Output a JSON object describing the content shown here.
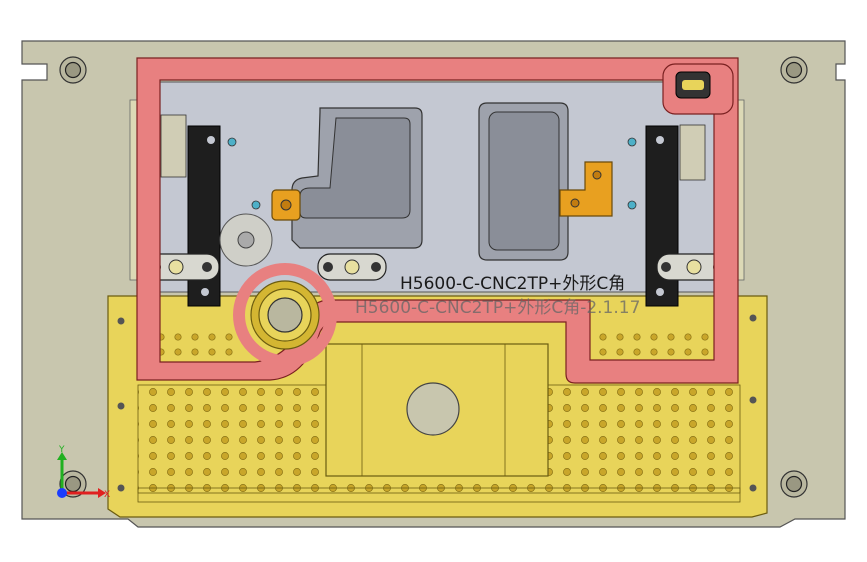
{
  "viewport": {
    "background": "#ffffff"
  },
  "part_label": "H5600-C-CNC2TP+外形C角",
  "part_label_ghost": "H5600-C-CNC2TP+外形C角-2.1.17",
  "axis": {
    "x_label": "X",
    "y_label": "Y",
    "x_color": "#e02020",
    "y_color": "#20b020",
    "z_color": "#1a3cff"
  },
  "colors": {
    "base_plate": "#c8c6ae",
    "red_frame": "#e88080",
    "yellow_plate": "#e8d45a",
    "hole": "#d4b632",
    "gray_part": "#c4c8d2",
    "dark_block": "#1e1e1e",
    "orange_clamp": "#e8a020"
  }
}
